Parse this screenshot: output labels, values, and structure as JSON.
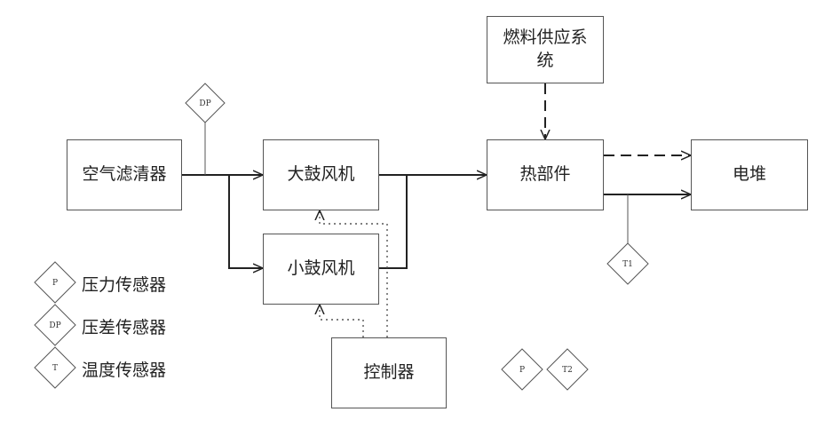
{
  "boxes": {
    "air_filter": "空气滤清器",
    "big_blower": "大鼓风机",
    "small_blower": "小鼓风机",
    "fuel_supply": "燃料供应系统",
    "hot_part": "热部件",
    "stack": "电堆",
    "controller": "控制器"
  },
  "sensors": {
    "dp_top": "DP",
    "t1": "T1",
    "p_bottom": "P",
    "t2": "T2"
  },
  "legend": [
    {
      "symbol": "P",
      "label": "压力传感器"
    },
    {
      "symbol": "DP",
      "label": "压差传感器"
    },
    {
      "symbol": "T",
      "label": "温度传感器"
    }
  ]
}
